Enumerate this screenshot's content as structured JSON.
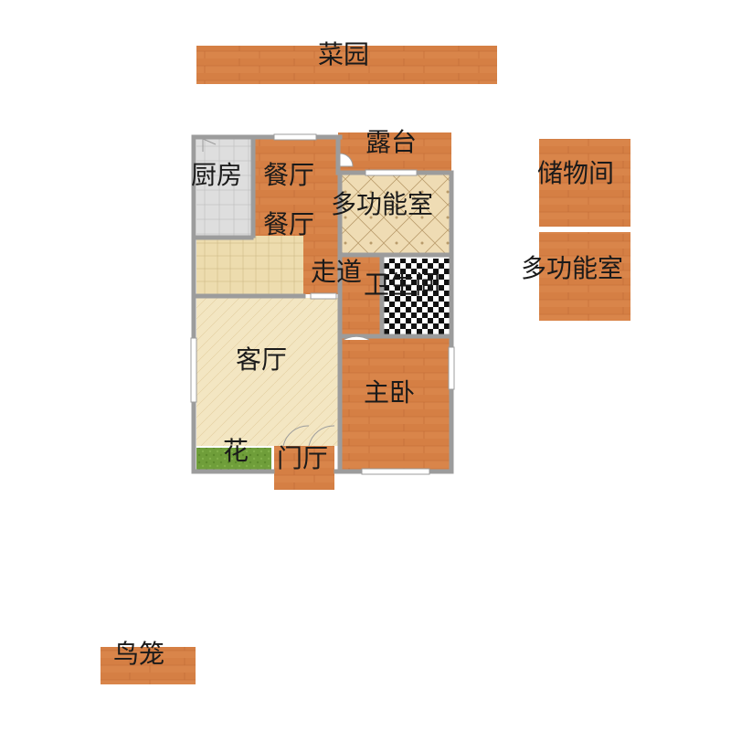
{
  "rooms": {
    "vegetable_garden": "菜园",
    "terrace": "露台",
    "kitchen": "厨房",
    "dining_1": "餐厅",
    "dining_2": "餐厅",
    "multi_room_1": "多功能室",
    "corridor": "走道",
    "bathroom": "卫生间",
    "living_room": "客厅",
    "master_bedroom": "主卧",
    "flower": "花",
    "entrance": "门厅",
    "storage": "储物间",
    "multi_room_2": "多功能室",
    "birdcage": "鸟笼"
  },
  "colors": {
    "wood": "#d9854a",
    "wood_dark": "#c8733c",
    "wall": "#9c9c9c",
    "tile_light": "#efe0b8",
    "living_floor": "#f3e7c4",
    "kitchen_tile": "#dcdcdc",
    "green": "#6f9e3a"
  }
}
